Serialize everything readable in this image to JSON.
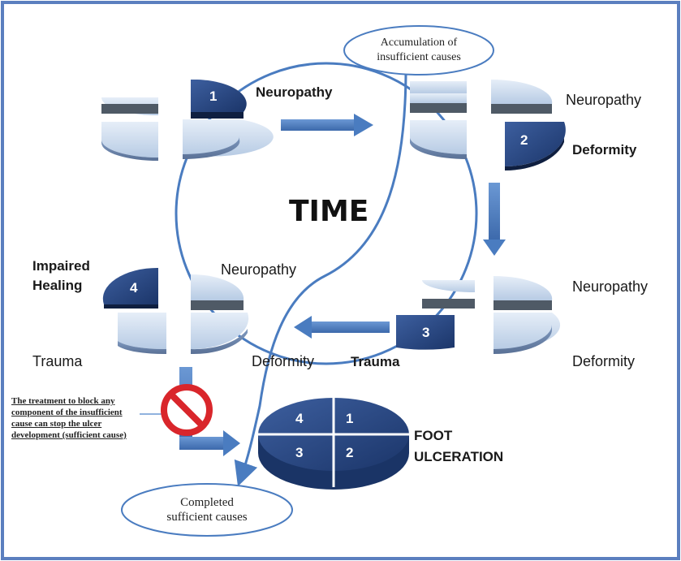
{
  "callouts": {
    "top": [
      "Accumulation of",
      "insufficient causes"
    ],
    "bottom": [
      "Completed",
      "sufficient causes"
    ]
  },
  "center": "TIME",
  "stage1": {
    "number": "1",
    "active_label": "Neuropathy"
  },
  "stage2": {
    "number": "2",
    "label_neuropathy": "Neuropathy",
    "active_label": "Deformity"
  },
  "stage3": {
    "number": "3",
    "label_neuropathy": "Neuropathy",
    "label_deformity": "Deformity",
    "active_label": "Trauma"
  },
  "stage4": {
    "number": "4",
    "active_label_line1": "Impaired",
    "active_label_line2": "Healing",
    "label_neuropathy": "Neuropathy",
    "label_trauma": "Trauma",
    "label_deformity": "Deformity"
  },
  "note": "The treatment to block any component of the insufficient cause can stop the ulcer development (sufficient cause)",
  "final": {
    "q1": "1",
    "q2": "2",
    "q3": "3",
    "q4": "4",
    "line1": "FOOT",
    "line2": "ULCERATION"
  },
  "colors": {
    "frame": "#5b7fbf",
    "light_slice": "#c3d5ea",
    "dark_slice": "#1d3b73",
    "arrow": "#4a7cc0",
    "block_sign": "#d9262b"
  },
  "icons": {
    "block": "prohibition-sign-icon"
  }
}
